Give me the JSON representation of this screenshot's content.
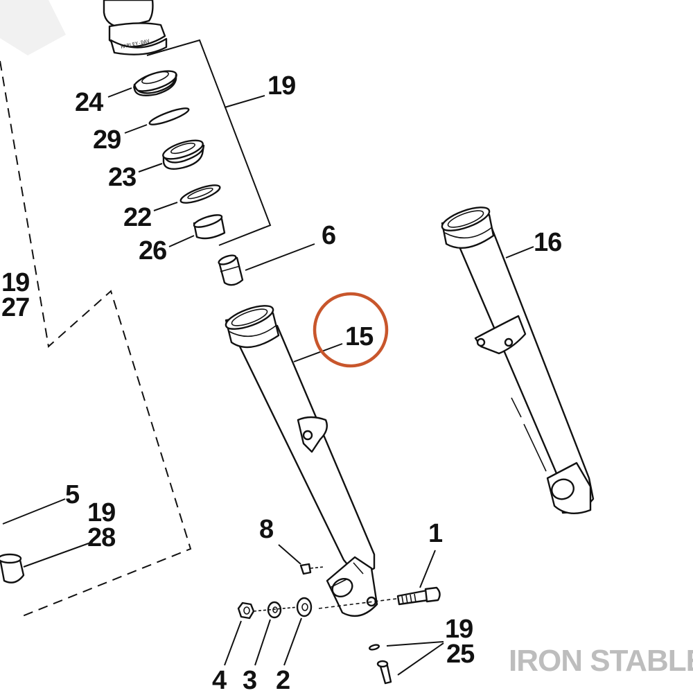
{
  "colors": {
    "ink": "#111111",
    "highlight_circle": "#c8562c",
    "watermark": "#bdbdbd"
  },
  "labels": {
    "p1": "1",
    "p2": "2",
    "p3": "3",
    "p4": "4",
    "p5": "5",
    "p6": "6",
    "p8": "8",
    "p15": "15",
    "p16": "16",
    "p19_top": "19",
    "p24": "24",
    "p29": "29",
    "p23": "23",
    "p22": "22",
    "p26": "26",
    "p19_left": "19",
    "p27": "27",
    "p19_mid": "19",
    "p28": "28",
    "p19_bottom": "19",
    "p25": "25"
  },
  "stamp": {
    "partial_text": "HARLEY-DAV"
  },
  "watermark": "IRON STABLE",
  "highlighted_part": "15"
}
